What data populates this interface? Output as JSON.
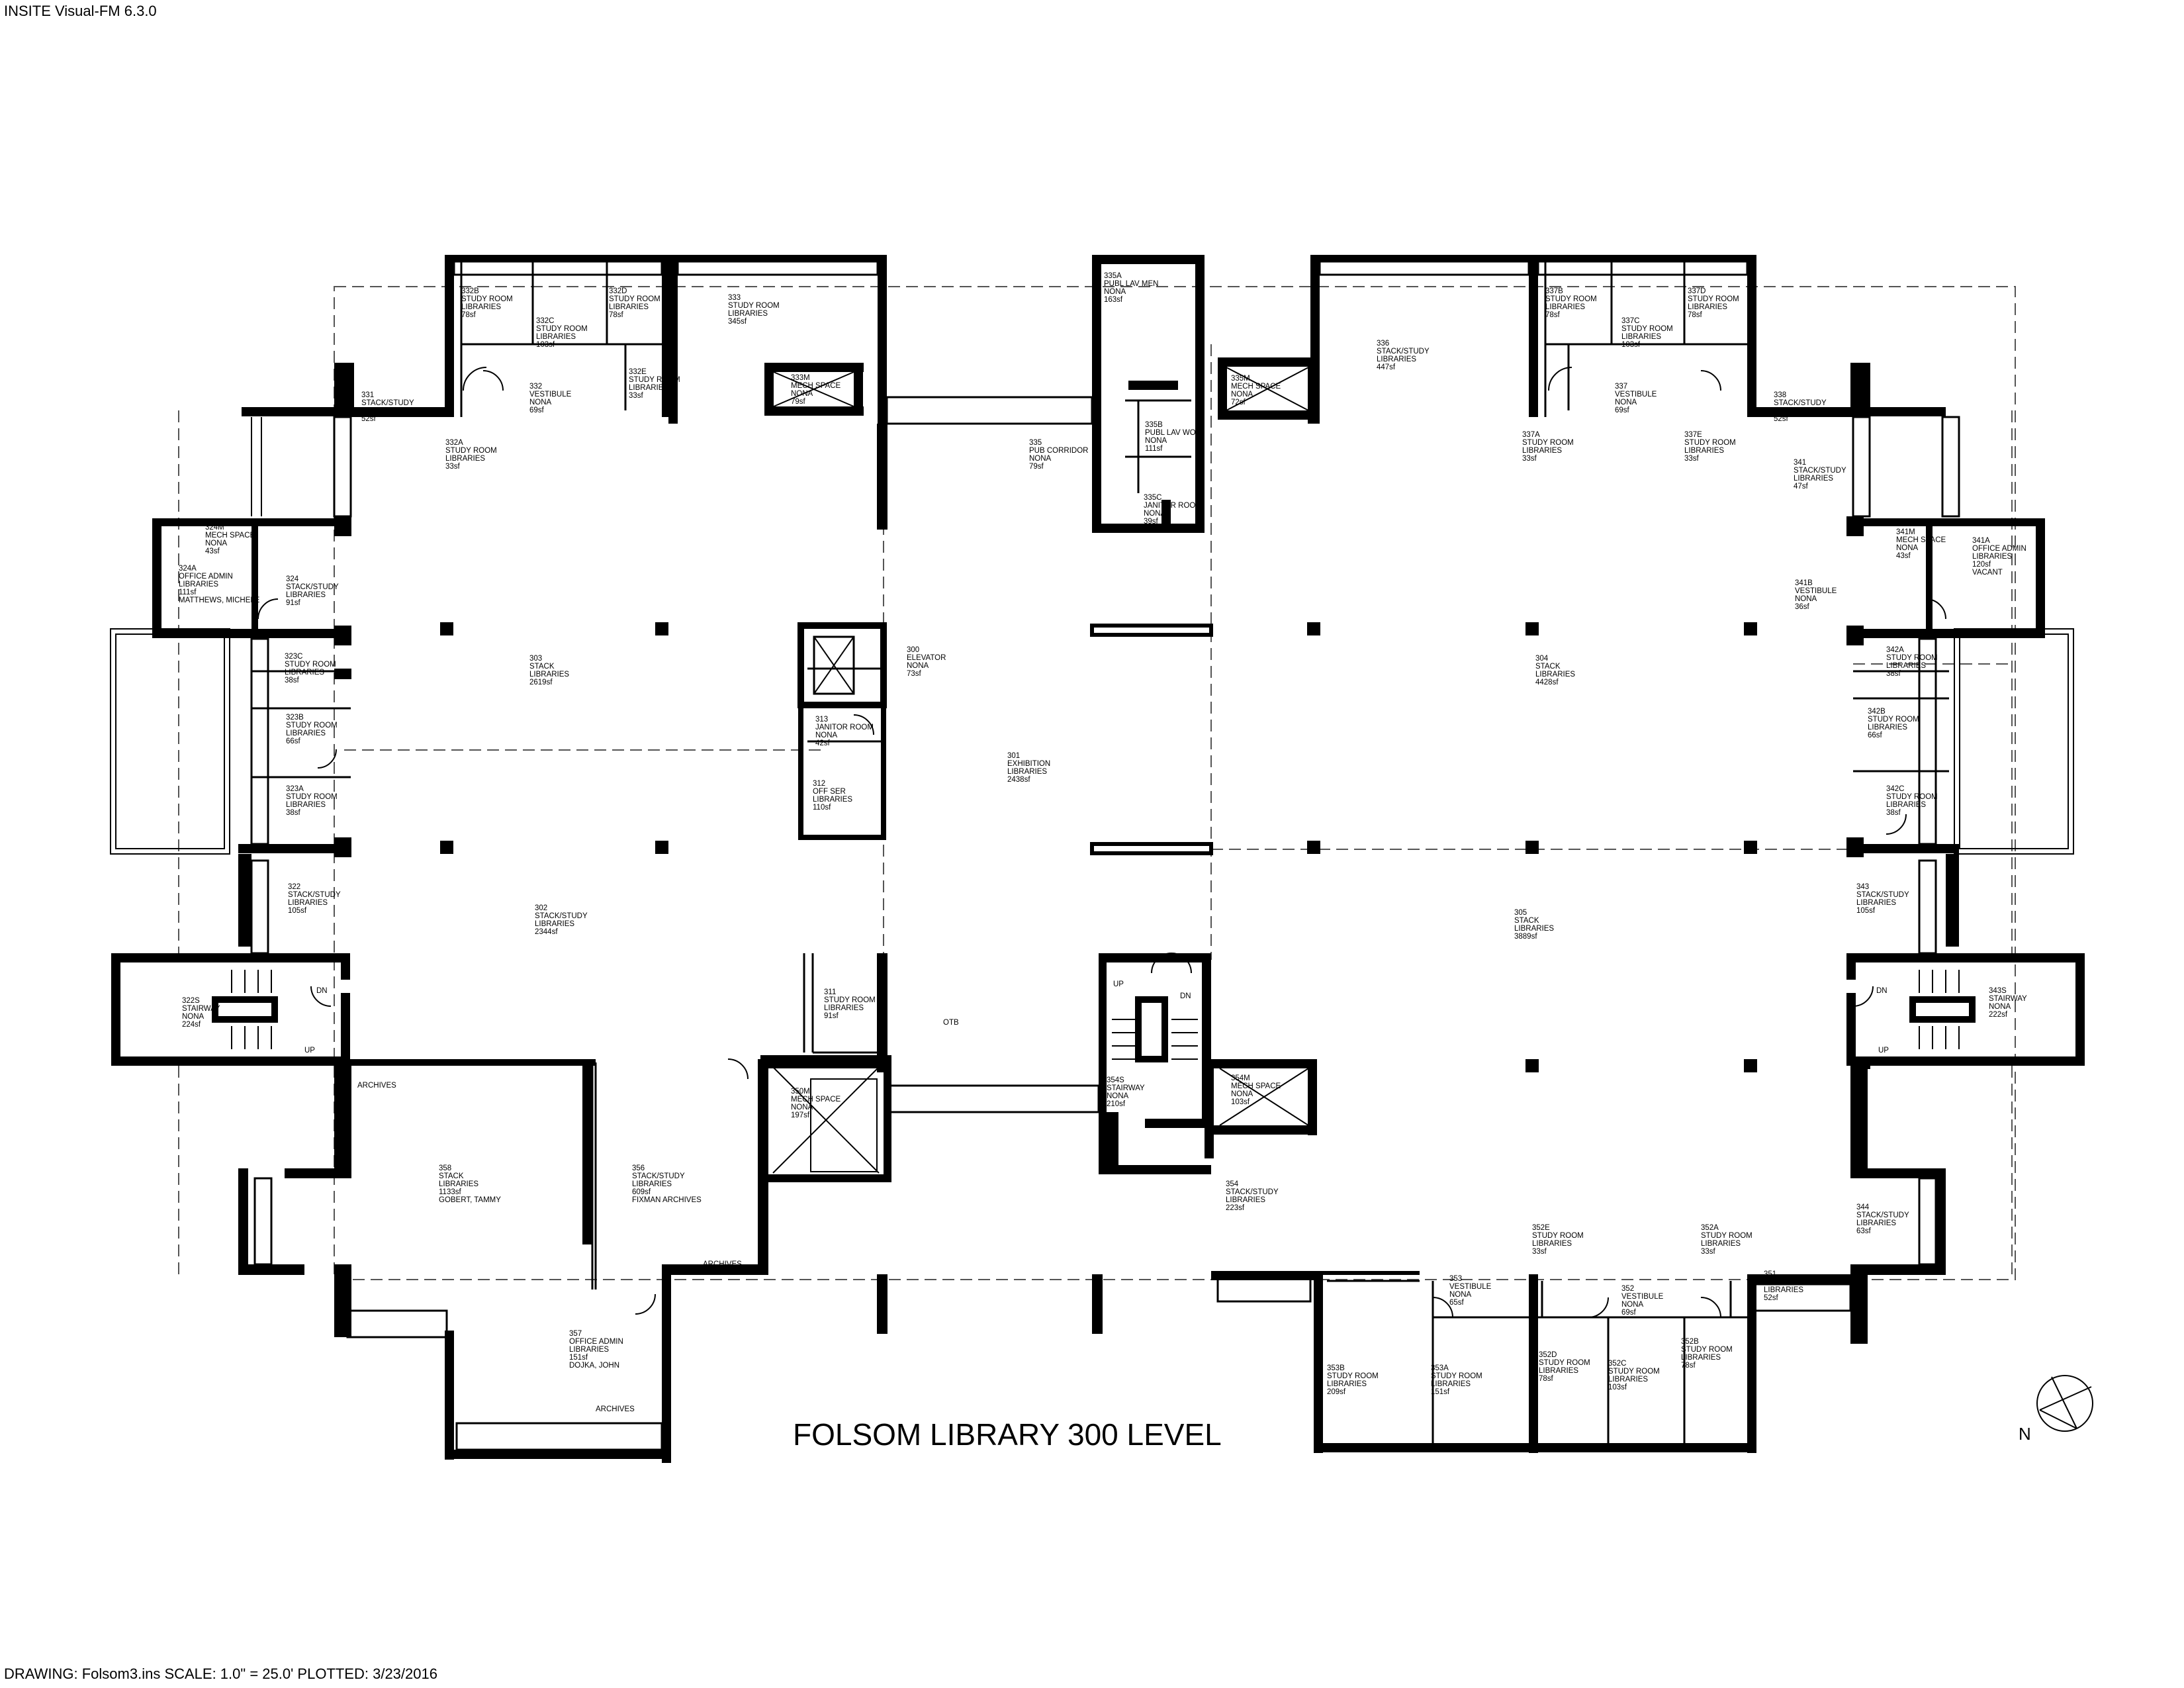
{
  "header": {
    "app": "INSITE Visual-FM 6.3.0"
  },
  "footer": {
    "drawing": "DRAWING: Folsom3.ins   SCALE: 1.0\" = 25.0'   PLOTTED: 3/23/2016"
  },
  "title": "FOLSOM LIBRARY 300 LEVEL",
  "north": "N",
  "rooms": [
    {
      "id": "r332b",
      "lines": [
        "332B",
        "STUDY ROOM",
        "LIBRARIES",
        "78sf"
      ]
    },
    {
      "id": "r332c",
      "lines": [
        "332C",
        "STUDY ROOM",
        "LIBRARIES",
        "103sf"
      ]
    },
    {
      "id": "r332d",
      "lines": [
        "332D",
        "STUDY ROOM",
        "LIBRARIES",
        "78sf"
      ]
    },
    {
      "id": "r332e",
      "lines": [
        "332E",
        "STUDY ROOM",
        "LIBRARIES",
        "33sf"
      ]
    },
    {
      "id": "r333",
      "lines": [
        "333",
        "STUDY ROOM",
        "LIBRARIES",
        "345sf"
      ]
    },
    {
      "id": "r333m",
      "lines": [
        "333M",
        "MECH SPACE",
        "NONA",
        "79sf"
      ]
    },
    {
      "id": "r331",
      "lines": [
        "331",
        "STACK/STUDY",
        "LIBRARIES",
        "52sf"
      ]
    },
    {
      "id": "r332",
      "lines": [
        "332",
        "VESTIBULE",
        "NONA",
        "69sf"
      ]
    },
    {
      "id": "r332a",
      "lines": [
        "332A",
        "STUDY ROOM",
        "LIBRARIES",
        "33sf"
      ]
    },
    {
      "id": "r335a",
      "lines": [
        "335A",
        "PUBL LAV MEN",
        "NONA",
        "163sf"
      ]
    },
    {
      "id": "r335m",
      "lines": [
        "335M",
        "MECH SPACE",
        "NONA",
        "72sf"
      ]
    },
    {
      "id": "r335",
      "lines": [
        "335",
        "PUB CORRIDOR",
        "NONA",
        "79sf"
      ]
    },
    {
      "id": "r335b",
      "lines": [
        "335B",
        "PUBL LAV WOM",
        "NONA",
        "111sf"
      ]
    },
    {
      "id": "r335c",
      "lines": [
        "335C",
        "JANITOR ROOM",
        "NONA",
        "39sf"
      ]
    },
    {
      "id": "r336",
      "lines": [
        "336",
        "STACK/STUDY",
        "LIBRARIES",
        "447sf"
      ]
    },
    {
      "id": "r337b",
      "lines": [
        "337B",
        "STUDY ROOM",
        "LIBRARIES",
        "78sf"
      ]
    },
    {
      "id": "r337c",
      "lines": [
        "337C",
        "STUDY ROOM",
        "LIBRARIES",
        "103sf"
      ]
    },
    {
      "id": "r337d",
      "lines": [
        "337D",
        "STUDY ROOM",
        "LIBRARIES",
        "78sf"
      ]
    },
    {
      "id": "r337",
      "lines": [
        "337",
        "VESTIBULE",
        "NONA",
        "69sf"
      ]
    },
    {
      "id": "r337a",
      "lines": [
        "337A",
        "STUDY ROOM",
        "LIBRARIES",
        "33sf"
      ]
    },
    {
      "id": "r337e",
      "lines": [
        "337E",
        "STUDY ROOM",
        "LIBRARIES",
        "33sf"
      ]
    },
    {
      "id": "r338",
      "lines": [
        "338",
        "STACK/STUDY",
        "LIBRARIES",
        "52sf"
      ]
    },
    {
      "id": "r341",
      "lines": [
        "341",
        "STACK/STUDY",
        "LIBRARIES",
        "47sf"
      ]
    },
    {
      "id": "r324m",
      "lines": [
        "324M",
        "MECH SPACE",
        "NONA",
        "43sf"
      ]
    },
    {
      "id": "r324a",
      "lines": [
        "324A",
        "OFFICE ADMIN",
        "LIBRARIES",
        "111sf",
        "MATTHEWS, MICHELE"
      ]
    },
    {
      "id": "r324",
      "lines": [
        "324",
        "STACK/STUDY",
        "LIBRARIES",
        "91sf"
      ]
    },
    {
      "id": "r341m",
      "lines": [
        "341M",
        "MECH SPACE",
        "NONA",
        "43sf"
      ]
    },
    {
      "id": "r341a",
      "lines": [
        "341A",
        "OFFICE ADMIN",
        "LIBRARIES",
        "120sf",
        "VACANT"
      ]
    },
    {
      "id": "r341b",
      "lines": [
        "341B",
        "VESTIBULE",
        "NONA",
        "36sf"
      ]
    },
    {
      "id": "r323c",
      "lines": [
        "323C",
        "STUDY ROOM",
        "LIBRARIES",
        "38sf"
      ]
    },
    {
      "id": "r303",
      "lines": [
        "303",
        "STACK",
        "LIBRARIES",
        "2619sf"
      ]
    },
    {
      "id": "r300",
      "lines": [
        "300",
        "ELEVATOR",
        "NONA",
        "73sf"
      ]
    },
    {
      "id": "r304",
      "lines": [
        "304",
        "STACK",
        "LIBRARIES",
        "4428sf"
      ]
    },
    {
      "id": "r342a",
      "lines": [
        "342A",
        "STUDY ROOM",
        "LIBRARIES",
        "38sf"
      ]
    },
    {
      "id": "r323b",
      "lines": [
        "323B",
        "STUDY ROOM",
        "LIBRARIES",
        "66sf"
      ]
    },
    {
      "id": "r313",
      "lines": [
        "313",
        "JANITOR ROOM",
        "NONA",
        "42sf"
      ]
    },
    {
      "id": "r342b",
      "lines": [
        "342B",
        "STUDY ROOM",
        "LIBRARIES",
        "66sf"
      ]
    },
    {
      "id": "r301",
      "lines": [
        "301",
        "EXHIBITION",
        "LIBRARIES",
        "2438sf"
      ]
    },
    {
      "id": "r312",
      "lines": [
        "312",
        "OFF SER",
        "LIBRARIES",
        "110sf"
      ]
    },
    {
      "id": "r323a",
      "lines": [
        "323A",
        "STUDY ROOM",
        "LIBRARIES",
        "38sf"
      ]
    },
    {
      "id": "r342c",
      "lines": [
        "342C",
        "STUDY ROOM",
        "LIBRARIES",
        "38sf"
      ]
    },
    {
      "id": "r322",
      "lines": [
        "322",
        "STACK/STUDY",
        "LIBRARIES",
        "105sf"
      ]
    },
    {
      "id": "r343",
      "lines": [
        "343",
        "STACK/STUDY",
        "LIBRARIES",
        "105sf"
      ]
    },
    {
      "id": "r302",
      "lines": [
        "302",
        "STACK/STUDY",
        "LIBRARIES",
        "2344sf"
      ]
    },
    {
      "id": "r305",
      "lines": [
        "305",
        "STACK",
        "LIBRARIES",
        "3889sf"
      ]
    },
    {
      "id": "r322s",
      "lines": [
        "322S",
        "STAIRWAY",
        "NONA",
        "224sf"
      ]
    },
    {
      "id": "r311",
      "lines": [
        "311",
        "STUDY ROOM",
        "LIBRARIES",
        "91sf"
      ]
    },
    {
      "id": "r343s",
      "lines": [
        "343S",
        "STAIRWAY",
        "NONA",
        "222sf"
      ]
    },
    {
      "id": "r354s",
      "lines": [
        "354S",
        "STAIRWAY",
        "NONA",
        "210sf"
      ]
    },
    {
      "id": "r350m",
      "lines": [
        "350M",
        "MECH SPACE",
        "NONA",
        "197sf"
      ]
    },
    {
      "id": "r354m",
      "lines": [
        "354M",
        "MECH SPACE",
        "NONA",
        "103sf"
      ]
    },
    {
      "id": "r358",
      "lines": [
        "358",
        "STACK",
        "LIBRARIES",
        "1133sf",
        "GOBERT, TAMMY"
      ]
    },
    {
      "id": "r356",
      "lines": [
        "356",
        "STACK/STUDY",
        "LIBRARIES",
        "609sf",
        "FIXMAN ARCHIVES"
      ]
    },
    {
      "id": "r354",
      "lines": [
        "354",
        "STACK/STUDY",
        "LIBRARIES",
        "223sf"
      ]
    },
    {
      "id": "r344",
      "lines": [
        "344",
        "STACK/STUDY",
        "LIBRARIES",
        "63sf"
      ]
    },
    {
      "id": "r352e",
      "lines": [
        "352E",
        "STUDY ROOM",
        "LIBRARIES",
        "33sf"
      ]
    },
    {
      "id": "r352a",
      "lines": [
        "352A",
        "STUDY ROOM",
        "LIBRARIES",
        "33sf"
      ]
    },
    {
      "id": "r353",
      "lines": [
        "353",
        "VESTIBULE",
        "NONA",
        "65sf"
      ]
    },
    {
      "id": "r352",
      "lines": [
        "352",
        "VESTIBULE",
        "NONA",
        "69sf"
      ]
    },
    {
      "id": "r351",
      "lines": [
        "351",
        "STACK/STUDY",
        "LIBRARIES",
        "52sf"
      ]
    },
    {
      "id": "r357",
      "lines": [
        "357",
        "OFFICE ADMIN",
        "LIBRARIES",
        "151sf",
        "DOJKA, JOHN"
      ]
    },
    {
      "id": "r352d",
      "lines": [
        "352D",
        "STUDY ROOM",
        "LIBRARIES",
        "78sf"
      ]
    },
    {
      "id": "r352c",
      "lines": [
        "352C",
        "STUDY ROOM",
        "LIBRARIES",
        "103sf"
      ]
    },
    {
      "id": "r352b",
      "lines": [
        "352B",
        "STUDY ROOM",
        "LIBRARIES",
        "78sf"
      ]
    },
    {
      "id": "r353b",
      "lines": [
        "353B",
        "STUDY ROOM",
        "LIBRARIES",
        "209sf"
      ]
    },
    {
      "id": "r353a",
      "lines": [
        "353A",
        "STUDY ROOM",
        "LIBRARIES",
        "151sf"
      ]
    }
  ],
  "labels": [
    {
      "id": "otb",
      "text": "OTB"
    },
    {
      "id": "archives1",
      "text": "ARCHIVES"
    },
    {
      "id": "archives2",
      "text": "ARCHIVES"
    },
    {
      "id": "archives3",
      "text": "ARCHIVES"
    },
    {
      "id": "up1",
      "text": "UP"
    },
    {
      "id": "dn1",
      "text": "DN"
    },
    {
      "id": "up2",
      "text": "UP"
    },
    {
      "id": "dn2",
      "text": "DN"
    },
    {
      "id": "up3",
      "text": "UP"
    },
    {
      "id": "dn3",
      "text": "DN"
    }
  ]
}
